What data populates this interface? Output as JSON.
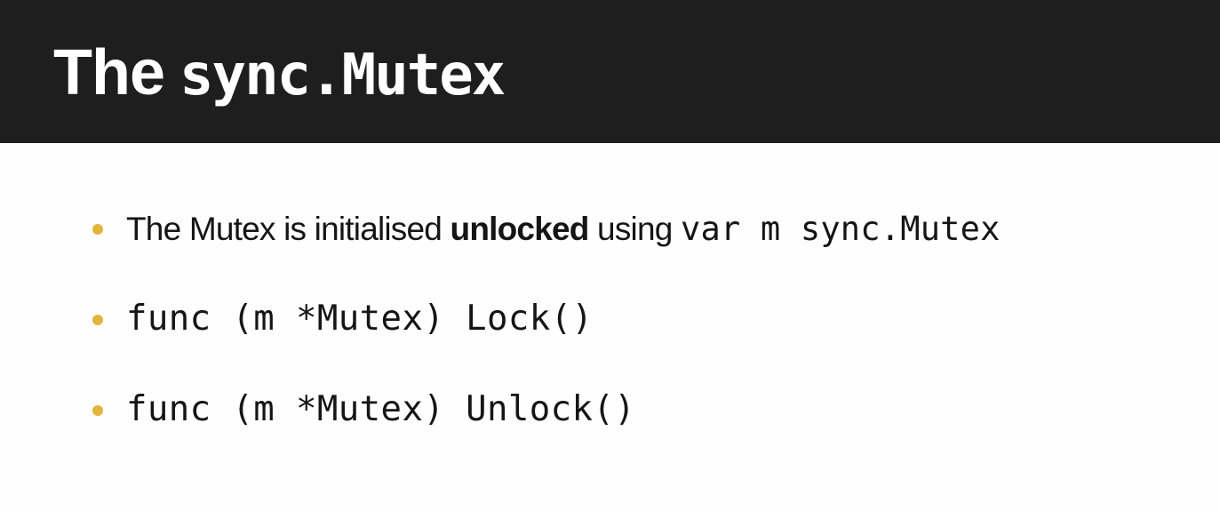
{
  "slide": {
    "title_prefix": "The",
    "title_code": "sync.Mutex",
    "accent_color": "#e2b43e",
    "header_bg": "#1e1e1e",
    "bullets": [
      {
        "text_before": "The Mutex is initialised ",
        "bold": "unlocked",
        "text_after": " using ",
        "code": "var m sync.Mutex"
      },
      {
        "code": "func (m *Mutex) Lock()"
      },
      {
        "code": "func (m *Mutex) Unlock()"
      }
    ]
  }
}
